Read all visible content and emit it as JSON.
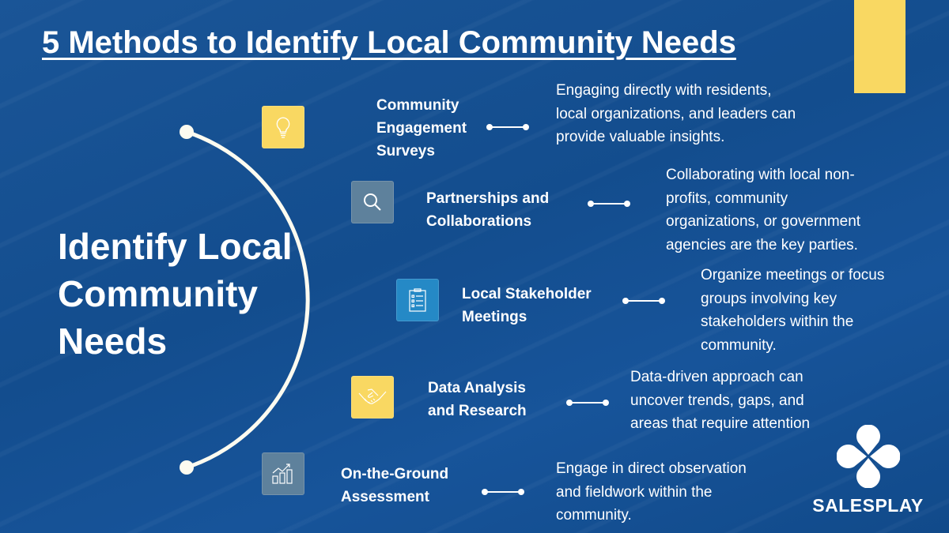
{
  "title": "5 Methods to Identify Local Community Needs",
  "center_title": [
    "Identify Local",
    "Community",
    "Needs"
  ],
  "colors": {
    "yellow": "#f9d862",
    "grey": "#5e819c",
    "blue": "#2589c6",
    "background": "#14508f"
  },
  "methods": [
    {
      "label": [
        "Community",
        "Engagement",
        "Surveys"
      ],
      "icon": "lightbulb-icon",
      "description": [
        "Engaging directly with residents,",
        "local organizations, and leaders can",
        "provide valuable insights."
      ]
    },
    {
      "label": [
        "Partnerships and",
        "Collaborations"
      ],
      "icon": "magnifier-icon",
      "description": [
        "Collaborating with local non-",
        "profits, community",
        "organizations, or government",
        "agencies are the key parties."
      ]
    },
    {
      "label": [
        "Local Stakeholder",
        "Meetings"
      ],
      "icon": "clipboard-checklist-icon",
      "description": [
        "Organize meetings or focus",
        "groups involving key",
        "stakeholders within the",
        "community."
      ]
    },
    {
      "label": [
        "Data Analysis",
        "and Research"
      ],
      "icon": "handshake-icon",
      "description": [
        "Data-driven approach can",
        "uncover trends, gaps, and",
        "areas that require attention"
      ]
    },
    {
      "label": [
        "On-the-Ground",
        "Assessment"
      ],
      "icon": "bar-chart-growth-icon",
      "description": [
        "Engage in direct observation",
        "and fieldwork within the",
        "community."
      ]
    }
  ],
  "logo": {
    "text": "SALESPLAY"
  }
}
